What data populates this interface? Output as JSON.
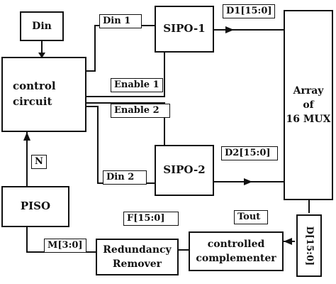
{
  "blocks": {
    "din": "Din",
    "control": "control\ncircuit",
    "sipo1": "SIPO-1",
    "sipo2": "SIPO-2",
    "array_line1": "Array",
    "array_line2": "of",
    "array_line3": "16 MUX",
    "piso": "PISO",
    "redundancy": "Redundancy\nRemover",
    "complementer": "controlled\ncomplementer"
  },
  "signals": {
    "din1": "Din 1",
    "din2": "Din 2",
    "enable1": "Enable 1",
    "enable2": "Enable 2",
    "d1": "D1[15:0]",
    "d2": "D2[15:0]",
    "n": "N",
    "f": "F[15:0]",
    "tout": "Tout",
    "m": "M[3:0]",
    "dout": "D[15:0]"
  }
}
